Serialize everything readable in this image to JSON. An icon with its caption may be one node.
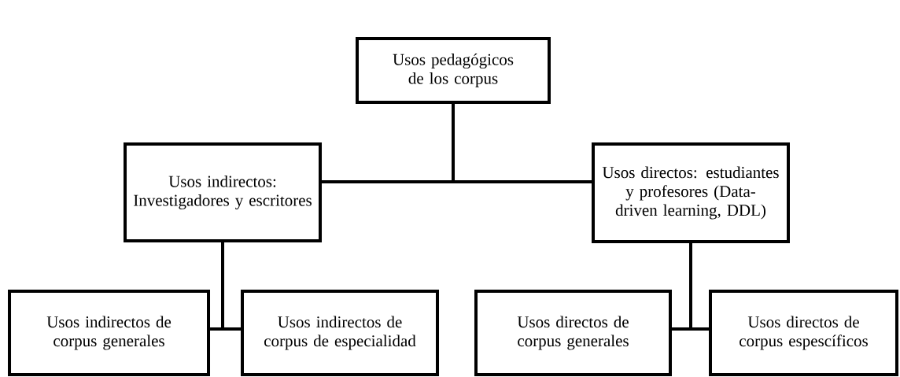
{
  "diagram": {
    "nodes": [
      {
        "text": [
          "Usos pedagógicos de los corpus"
        ]
      },
      {
        "text": [
          "Usos indirectos: Investigadores y escritores"
        ]
      },
      {
        "text": [
          "Usos directos: estudiantes y profesores (Data-driven learning, DDL)"
        ]
      },
      {
        "text": [
          "Usos indirectos de corpus generales"
        ]
      },
      {
        "text": [
          "Usos indirectos de corpus de especialidad"
        ]
      },
      {
        "text": [
          "Usos directos de corpus generales"
        ]
      },
      {
        "text": [
          "Usos directos de corpus espescíficos"
        ]
      }
    ],
    "edges": [
      {
        "from": 0,
        "to": 1,
        "arrow": "none"
      },
      {
        "from": 0,
        "to": 2,
        "arrow": "none"
      },
      {
        "from": 1,
        "to": 3,
        "arrow": "none"
      },
      {
        "from": 1,
        "to": 4,
        "arrow": "none"
      },
      {
        "from": 2,
        "to": 5,
        "arrow": "none"
      },
      {
        "from": 2,
        "to": 6,
        "arrow": "none"
      }
    ]
  }
}
